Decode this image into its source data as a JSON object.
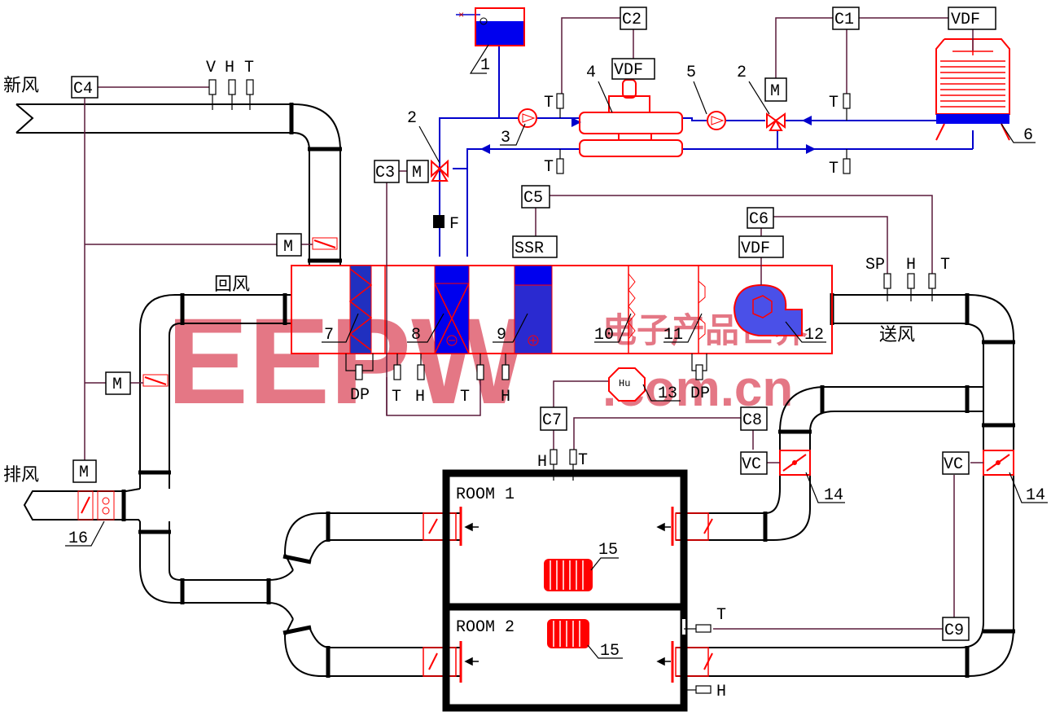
{
  "labels": {
    "fresh_air": "新风",
    "return_air": "回风",
    "supply_air": "送风",
    "exhaust_air": "排风",
    "room1": "ROOM 1",
    "room2": "ROOM 2",
    "watermark_big": "EEPW",
    "watermark_zh": "电子产品世界",
    "watermark_url": ".com.cn"
  },
  "controllers": {
    "c1": "C1",
    "c2": "C2",
    "c3": "C3",
    "c4": "C4",
    "c5": "C5",
    "c6": "C6",
    "c7": "C7",
    "c8": "C8",
    "c9": "C9"
  },
  "devices": {
    "vdf": "VDF",
    "ssr": "SSR",
    "m": "M",
    "vc": "VC",
    "f": "F",
    "hu": "Hu"
  },
  "sensors": {
    "v": "V",
    "h": "H",
    "t": "T",
    "sp": "SP",
    "dp": "DP"
  },
  "numbers": {
    "n1": "1",
    "n2": "2",
    "n3": "3",
    "n4": "4",
    "n5": "5",
    "n6": "6",
    "n7": "7",
    "n8": "8",
    "n9": "9",
    "n10": "10",
    "n11": "11",
    "n12": "12",
    "n13": "13",
    "n14": "14",
    "n15": "15",
    "n16": "16"
  }
}
